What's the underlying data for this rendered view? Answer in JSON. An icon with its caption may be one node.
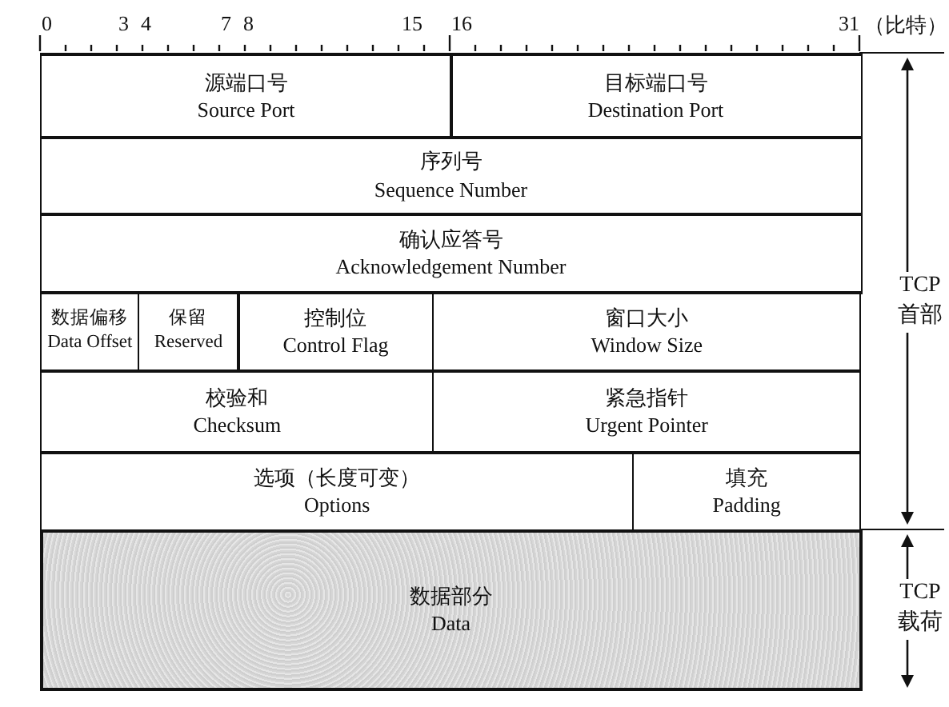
{
  "diagram": {
    "nodes": [
      {
        "text": [
          "源端口号",
          "Source Port"
        ]
      },
      {
        "text": [
          "目标端口号",
          "Destination Port"
        ]
      },
      {
        "text": [
          "序列号",
          "Sequence Number"
        ]
      },
      {
        "text": [
          "确认应答号",
          "Acknowledgement Number"
        ]
      },
      {
        "text": [
          "数据偏移",
          "Data Offset"
        ]
      },
      {
        "text": [
          "保留",
          "Reserved"
        ]
      },
      {
        "text": [
          "控制位",
          "Control Flag"
        ]
      },
      {
        "text": [
          "窗口大小",
          "Window Size"
        ]
      },
      {
        "text": [
          "校验和",
          "Checksum"
        ]
      },
      {
        "text": [
          "紧急指针",
          "Urgent Pointer"
        ]
      },
      {
        "text": [
          "选项（长度可变）",
          "Options"
        ]
      },
      {
        "text": [
          "填充",
          "Padding"
        ]
      },
      {
        "text": [
          "数据部分",
          "Data"
        ]
      }
    ],
    "edges": [],
    "labels": [
      "0",
      "3",
      "4",
      "7",
      "8",
      "15",
      "16",
      "31",
      "（比特）",
      "TCP 首部",
      "TCP 载荷"
    ]
  }
}
